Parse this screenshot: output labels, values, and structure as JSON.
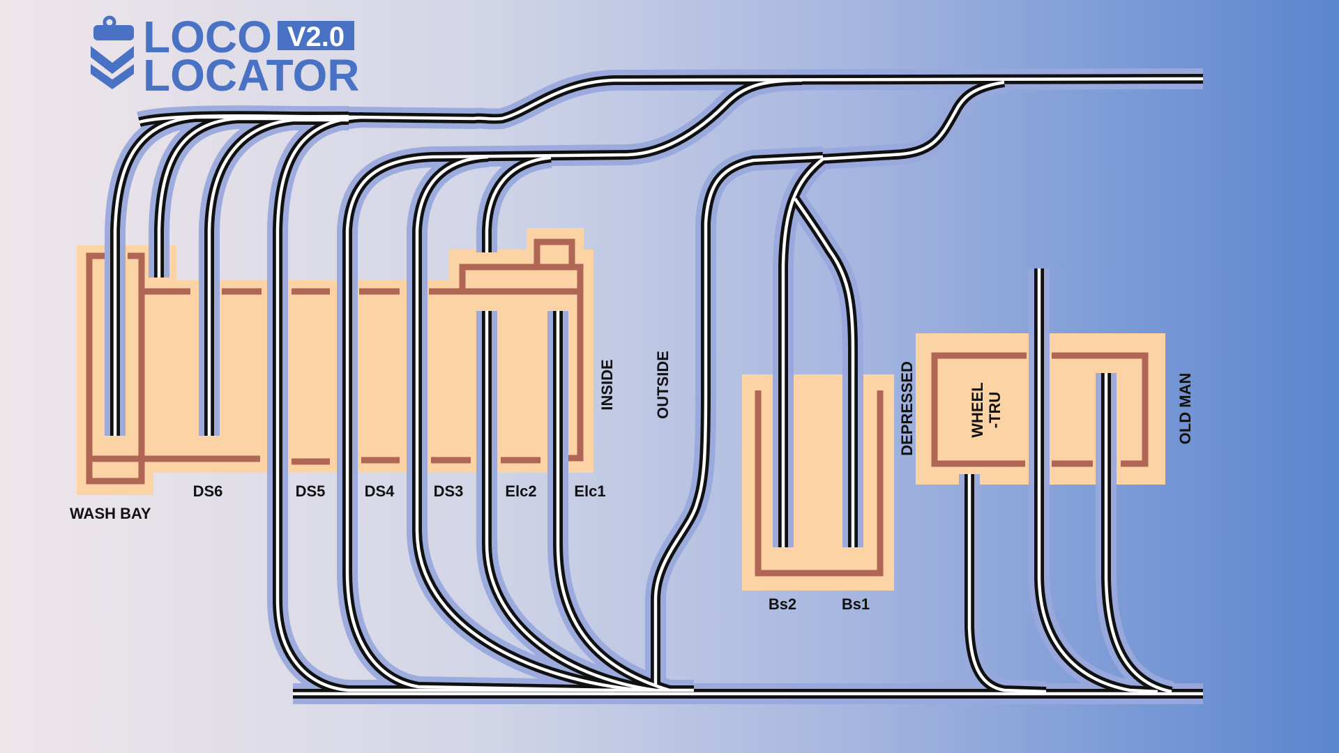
{
  "logo": {
    "line1": "LOCO",
    "line2": "LOCATOR",
    "version": "V2.0"
  },
  "labels": {
    "wash_bay": "WASH BAY",
    "ds6": "DS6",
    "ds5": "DS5",
    "ds4": "DS4",
    "ds3": "DS3",
    "elc2": "Elc2",
    "elc1": "Elc1",
    "inside": "INSIDE",
    "outside": "OUTSIDE",
    "bs2": "Bs2",
    "bs1": "Bs1",
    "depressed": "DEPRESSED",
    "wheel_line1": "WHEEL",
    "wheel_line2": "-TRU",
    "old_man": "OLD MAN"
  },
  "colors": {
    "building_fill": "#fcd3a4",
    "building_wall": "#b06555",
    "track_halo": "#9aa9dd",
    "track_rail": "#111111",
    "logo_blue": "#4a72c4"
  }
}
